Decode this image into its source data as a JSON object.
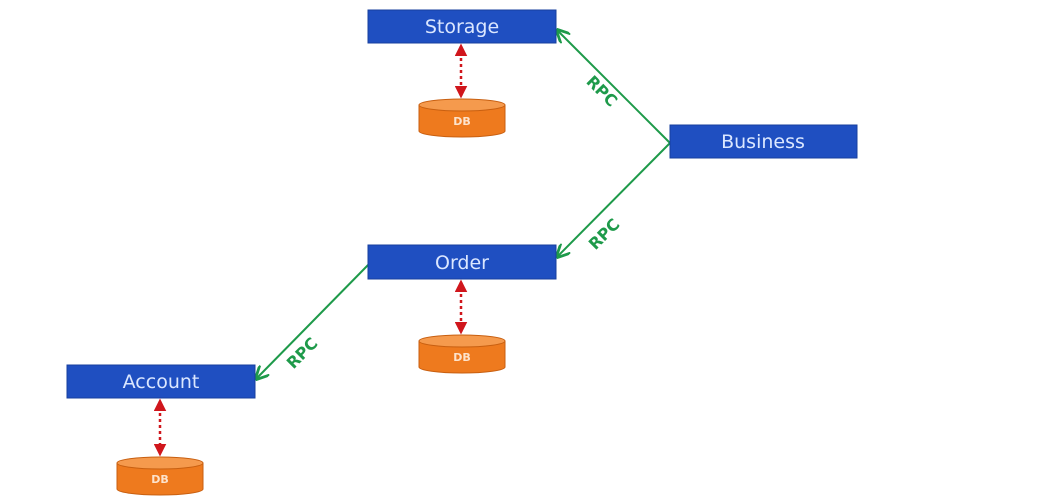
{
  "colors": {
    "service_box": "#1f4fc1",
    "service_box_border": "#173f9e",
    "db_fill": "#ee7a1e",
    "db_top": "#f59a4d",
    "db_border": "#c85f10",
    "rpc_line": "#1e9a4a",
    "db_link": "#d0161c"
  },
  "services": [
    {
      "id": "storage",
      "label": "Storage"
    },
    {
      "id": "business",
      "label": "Business"
    },
    {
      "id": "order",
      "label": "Order"
    },
    {
      "id": "account",
      "label": "Account"
    }
  ],
  "databases": [
    {
      "id": "storage-db",
      "label": "DB",
      "owner": "storage"
    },
    {
      "id": "order-db",
      "label": "DB",
      "owner": "order"
    },
    {
      "id": "account-db",
      "label": "DB",
      "owner": "account"
    }
  ],
  "rpc_links": [
    {
      "from": "business",
      "to": "storage",
      "label": "RPC"
    },
    {
      "from": "business",
      "to": "order",
      "label": "RPC"
    },
    {
      "from": "order",
      "to": "account",
      "label": "RPC"
    }
  ]
}
